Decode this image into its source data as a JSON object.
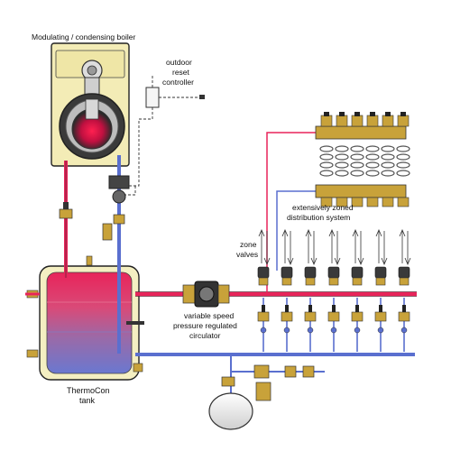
{
  "labels": {
    "boiler_title": "Modulating / condensing boiler",
    "outdoor_reset": [
      "outdoor",
      "reset",
      "controller"
    ],
    "zoned_system": [
      "extensively zoned",
      "distribution system"
    ],
    "zone_valves": [
      "zone",
      "valves"
    ],
    "circulator": [
      "variable speed",
      "pressure regulated",
      "circulator"
    ],
    "tank": [
      "ThermoCon",
      "tank"
    ]
  },
  "colors": {
    "supply": "#e8245a",
    "return": "#5a6fcf",
    "boiler_body": "#f3ecb6",
    "brass": "#c8a23a",
    "dark": "#222222"
  }
}
